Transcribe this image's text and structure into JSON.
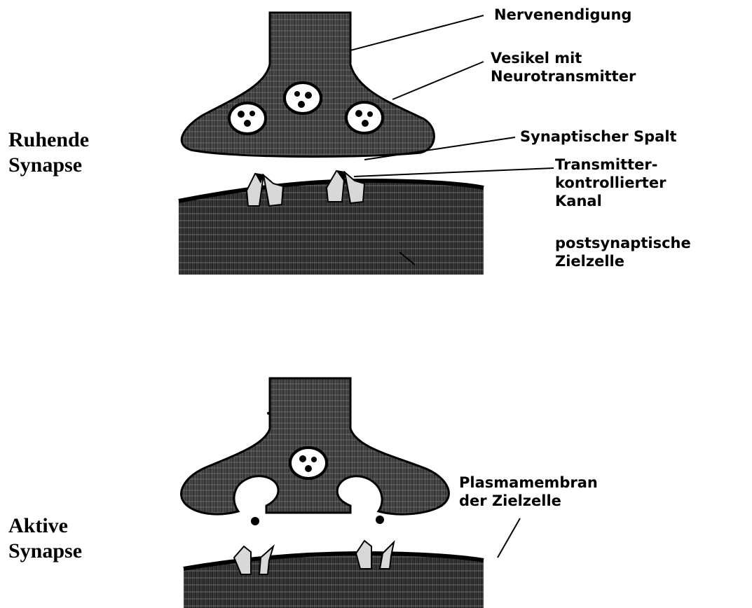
{
  "panels": [
    {
      "side_label_lines": [
        "Ruhende",
        "Synapse"
      ],
      "callouts": {
        "nerve_ending": "Nervenendigung",
        "vesicle": [
          "Vesikel mit",
          "Neurotransmitter"
        ],
        "cleft": "Synaptischer Spalt",
        "channel": [
          "Transmitter-",
          "kontrollierter",
          "Kanal"
        ],
        "target_cell": [
          "postsynaptische",
          "Zielzelle"
        ]
      }
    },
    {
      "side_label_lines": [
        "Aktive",
        "Synapse"
      ],
      "callouts": {
        "membrane": [
          "Plasmamembran",
          "der Zielzelle"
        ]
      }
    }
  ],
  "colors": {
    "ink": "#000000",
    "hatch_fill": "#3a3a3a",
    "background": "#ffffff"
  }
}
